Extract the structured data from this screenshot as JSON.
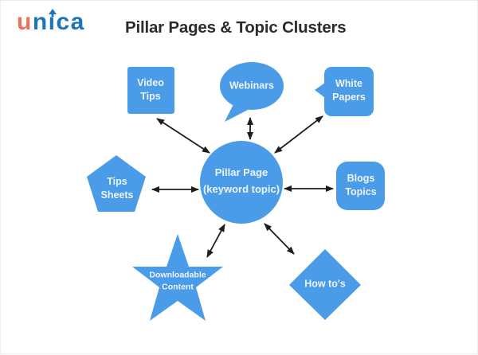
{
  "logo": {
    "part1": "u",
    "part2": "n",
    "i_base": "ı",
    "part3": "ca",
    "orange": "#f0715a",
    "blue": "#1b75bc"
  },
  "header": {
    "title": "Pillar Pages & Topic Clusters"
  },
  "colors": {
    "shape_blue": "#4a9ce9",
    "arrow": "#1d1d1d",
    "label_text": "#eef4fb",
    "title_text": "#2b2b2b"
  },
  "diagram": {
    "center": {
      "id": "pillar-page",
      "shape": "circle",
      "label": "Pillar Page\n(keyword topic)"
    },
    "nodes": [
      {
        "id": "video-tips",
        "shape": "square",
        "label": "Video\nTips"
      },
      {
        "id": "webinars",
        "shape": "speech-bubble-ellipse",
        "label": "Webinars"
      },
      {
        "id": "white-papers",
        "shape": "speech-bubble-square",
        "label": "White\nPapers"
      },
      {
        "id": "tips-sheets",
        "shape": "pentagon",
        "label": "Tips\nSheets"
      },
      {
        "id": "blogs-topics",
        "shape": "rounded-square",
        "label": "Blogs\nTopics"
      },
      {
        "id": "downloadable-content",
        "shape": "star",
        "label": "Downloadable\nContent"
      },
      {
        "id": "how-tos",
        "shape": "diamond",
        "label": "How to's"
      }
    ],
    "connections": [
      "pillar-page~video-tips",
      "pillar-page~webinars",
      "pillar-page~white-papers",
      "pillar-page~tips-sheets",
      "pillar-page~blogs-topics",
      "pillar-page~downloadable-content",
      "pillar-page~how-tos"
    ]
  }
}
